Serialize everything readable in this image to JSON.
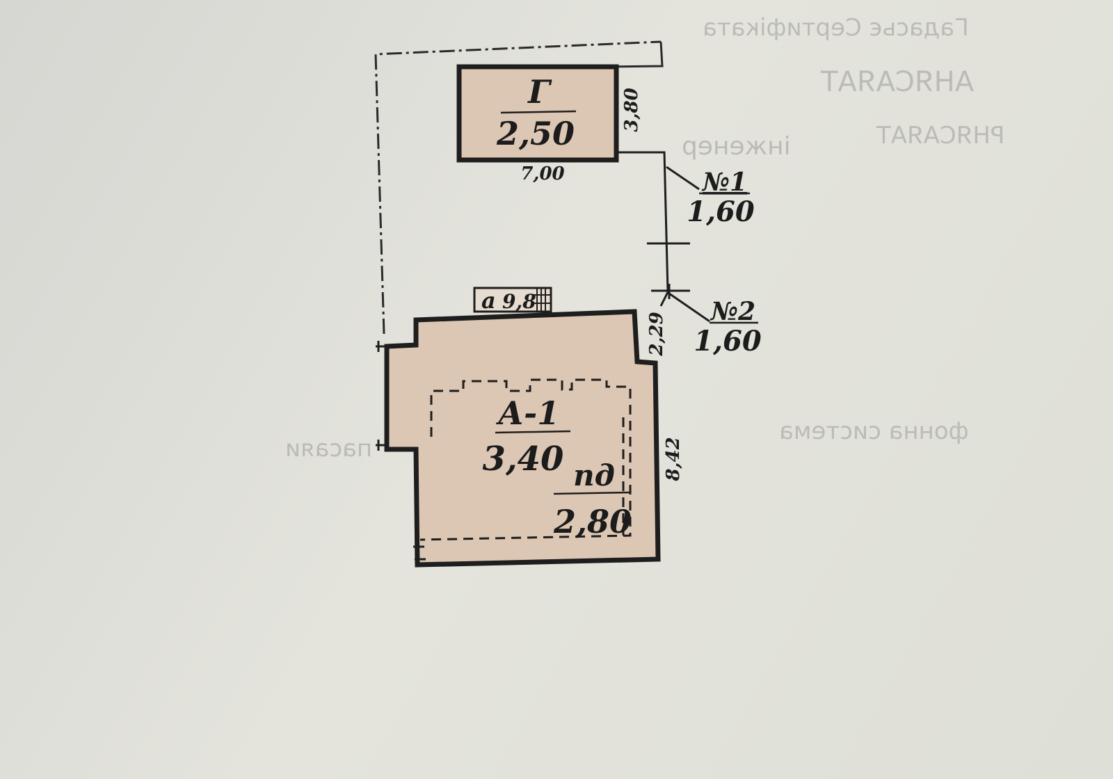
{
  "plan": {
    "garage": {
      "letter": "Г",
      "height": "2,50",
      "width_dim": "7,00",
      "depth_dim": "3,80"
    },
    "main_building": {
      "letter": "А-1",
      "height": "3,40",
      "width_dim": "9,8",
      "depth_dim": "8,42",
      "side_dim": "2,29"
    },
    "basement": {
      "code": "пд",
      "height": "2,80"
    },
    "fence_1": {
      "number": "№1",
      "height": "1,60"
    },
    "fence_2": {
      "number": "№2",
      "height": "1,60"
    },
    "porch": {
      "letter": "а"
    }
  },
  "bleed_through": [
    "Гадасьє Сертифіката",
    "АНЯСАЯАТ",
    "інженер",
    "РНЯСАЯАТ",
    "фонна система",
    "пасаяи"
  ]
}
